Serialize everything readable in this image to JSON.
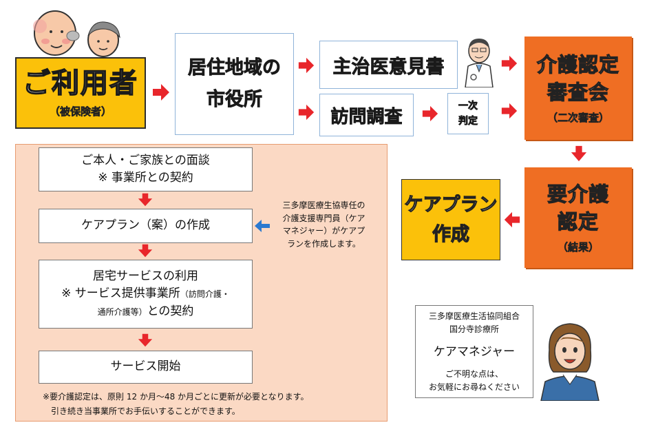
{
  "user": {
    "title": "ご利用者",
    "subtitle": "（被保険者）"
  },
  "city": {
    "line1": "居住地域の",
    "line2": "市役所"
  },
  "doctor_opinion": "主治医意見書",
  "home_visit": "訪問調査",
  "first_judgment": {
    "line1": "一次",
    "line2": "判定"
  },
  "council": {
    "line1": "介護認定",
    "line2": "審査会",
    "subtitle": "（二次審査）"
  },
  "certification": {
    "line1": "要介護",
    "line2": "認定",
    "subtitle": "（結果）"
  },
  "care_plan": {
    "line1": "ケアプラン",
    "line2": "作成"
  },
  "steps": {
    "s1_line1": "ご本人・ご家族との面談",
    "s1_line2": "※ 事業所との契約",
    "s2": "ケアプラン（案）の作成",
    "s3_line1": "居宅サービスの利用",
    "s3_line2": "※ サービス提供事業所",
    "s3_paren1": "（訪問介護・",
    "s3_paren2": "通所介護等）",
    "s3_line3": "との契約",
    "s4": "サービス開始"
  },
  "panel_note": {
    "line1": "※要介護認定は、原則 12 か月～48 か月ごとに更新が必要となります。",
    "line2": "引き続き当事業所でお手伝いすることができます。"
  },
  "side_note": {
    "line1": "三多摩医療生協専任の",
    "line2": "介護支援専門員（ケア",
    "line3": "マネジャー）がケアプ",
    "line4": "ランを作成します。"
  },
  "contact": {
    "org": "三多摩医療生活協同組合",
    "clinic": "国分寺診療所",
    "title": "ケアマネジャー",
    "line1": "ご不明な点は、",
    "line2": "お気軽にお尋ねください"
  },
  "colors": {
    "arrow_red": "#e8262b",
    "arrow_blue": "#2a79d0",
    "orange": "#ef6e23",
    "yellow": "#fbc10a",
    "panel_bg": "#fbd9c4"
  }
}
